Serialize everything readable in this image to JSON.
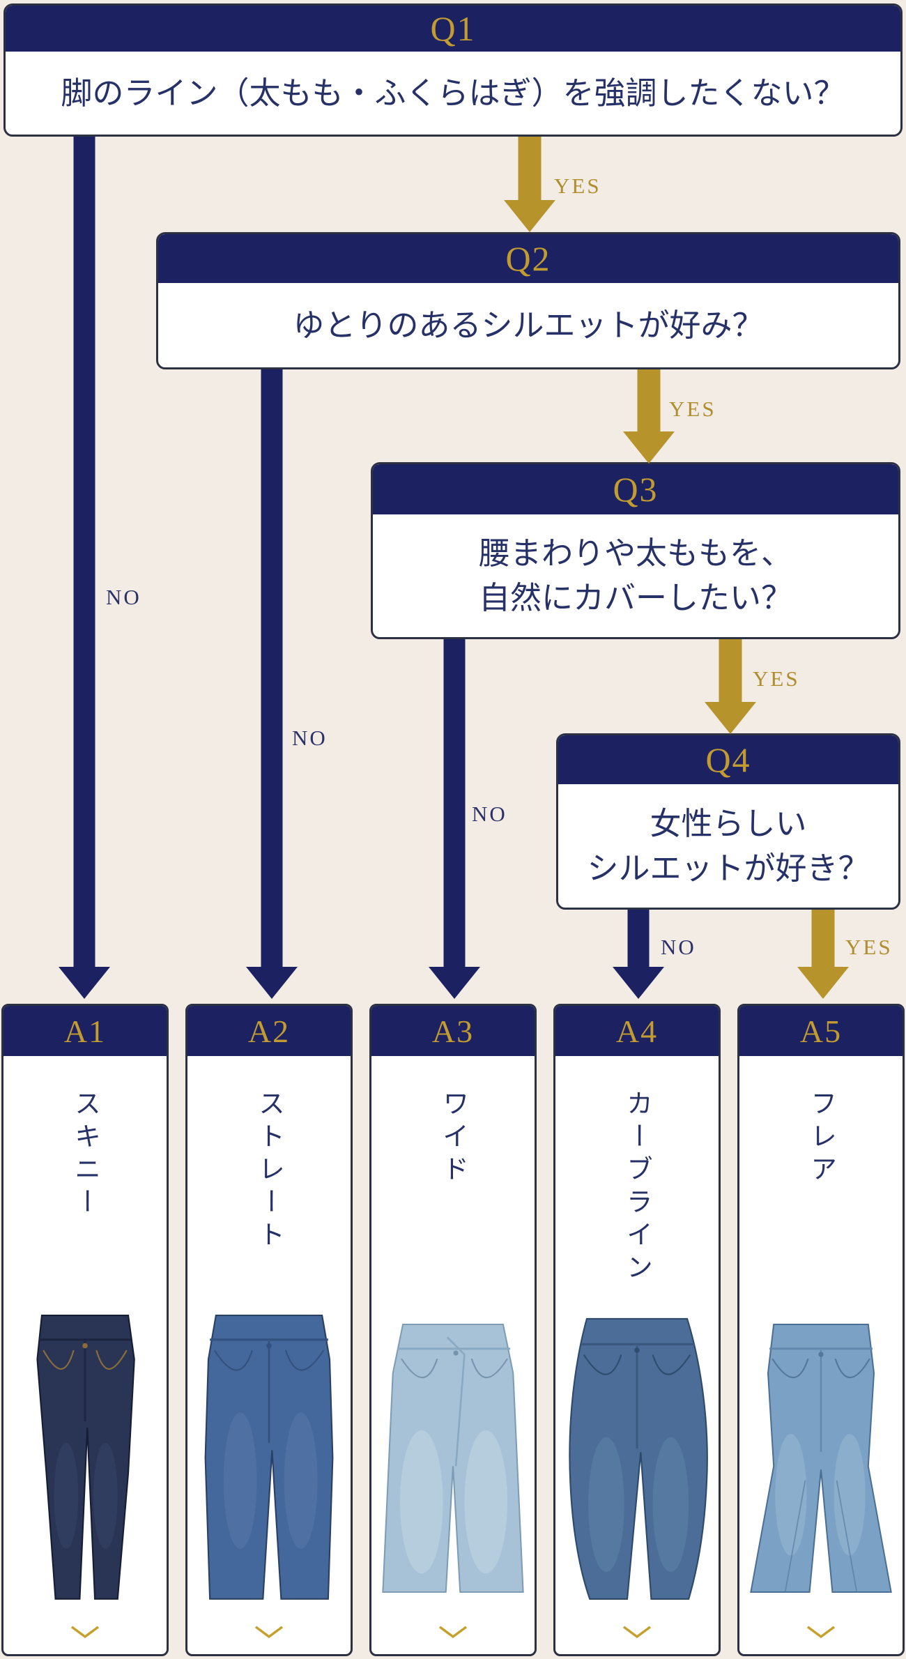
{
  "palette": {
    "background": "#f2ece5",
    "navy": "#1c2162",
    "gold": "#b7932c",
    "box_border": "#2c3043",
    "question_text": "#263168",
    "header_label_gold": "#c29b31",
    "yes_label": "#b08e2e",
    "no_label": "#2b3269"
  },
  "questions": [
    {
      "id": "Q1",
      "line1": "脚のライン（太もも・ふくらはぎ）を強調したくない？",
      "line2": ""
    },
    {
      "id": "Q2",
      "line1": "ゆとりのあるシルエットが好み？",
      "line2": ""
    },
    {
      "id": "Q3",
      "line1": "腰まわりや太ももを、",
      "line2": "自然にカバーしたい？"
    },
    {
      "id": "Q4",
      "line1": "女性らしい",
      "line2": "シルエットが好き？"
    }
  ],
  "branch_labels": {
    "yes": "YES",
    "no": "NO"
  },
  "answers": [
    {
      "id": "A1",
      "name": "スキニー",
      "jeans": {
        "base": "#2a3454",
        "dark": "#1c2640",
        "wash": "#42527c",
        "stitch": "#8a6c3c"
      }
    },
    {
      "id": "A2",
      "name": "ストレート",
      "jeans": {
        "base": "#45689c",
        "dark": "#33517f",
        "wash": "#5e80ae",
        "stitch": "#2c4569"
      }
    },
    {
      "id": "A3",
      "name": "ワイド",
      "jeans": {
        "base": "#a7c1d6",
        "dark": "#89a9c2",
        "wash": "#c9dbe6",
        "stitch": "#7694ad"
      }
    },
    {
      "id": "A4",
      "name": "カーブライン",
      "jeans": {
        "base": "#4b6d97",
        "dark": "#3a587e",
        "wash": "#6b8fb4",
        "stitch": "#2f4d6e"
      }
    },
    {
      "id": "A5",
      "name": "フレア",
      "jeans": {
        "base": "#7ba1c4",
        "dark": "#6289ad",
        "wash": "#a3c2da",
        "stitch": "#53769a"
      }
    }
  ],
  "chevron_icon": "chevron-down"
}
